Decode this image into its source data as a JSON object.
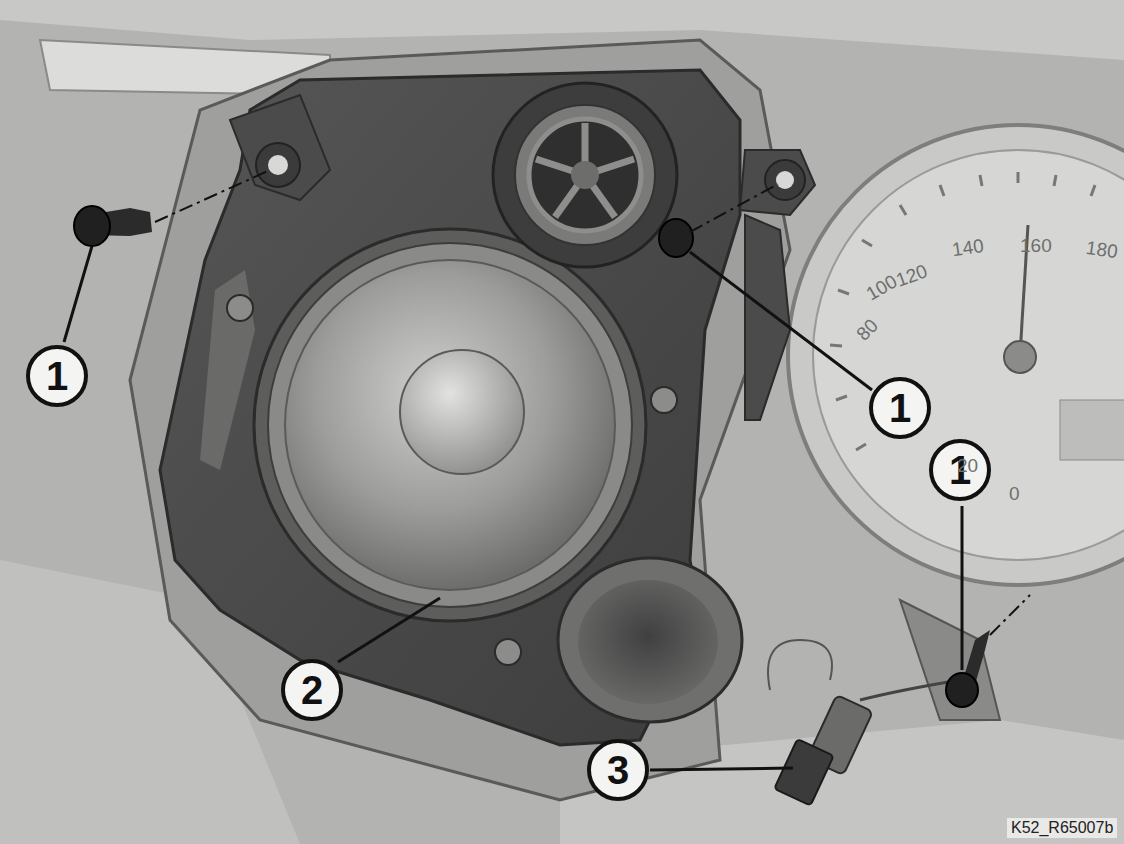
{
  "diagram": {
    "labels": [
      "1",
      "1",
      "1",
      "2",
      "3",
      "140",
      "160",
      "180",
      "120",
      "100",
      "80",
      "20",
      "0",
      "K52_R65007b"
    ]
  }
}
